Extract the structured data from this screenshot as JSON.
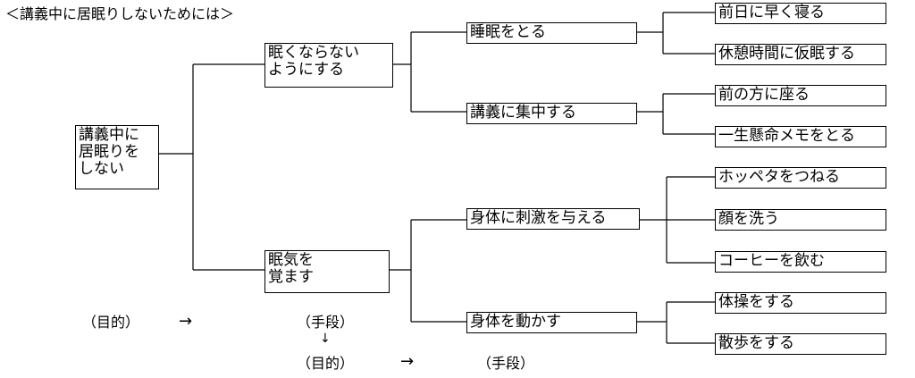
{
  "title": "＜講義中に居眠りしないためには＞",
  "nodes": {
    "root": [
      "講義中に",
      "居眠りを",
      "しない"
    ],
    "l1_a": [
      "眠くならない",
      "ようにする"
    ],
    "l1_b": [
      "眠気を",
      "覚ます"
    ],
    "l2_a": "睡眠をとる",
    "l2_b": "講義に集中する",
    "l2_c": "身体に刺激を与える",
    "l2_d": "身体を動かす",
    "l3_a": "前日に早く寝る",
    "l3_b": "休憩時間に仮眠する",
    "l3_c": "前の方に座る",
    "l3_d": "一生懸命メモをとる",
    "l3_e": "ホッペタをつねる",
    "l3_f": "顔を洗う",
    "l3_g": "コーヒーを飲む",
    "l3_h": "体操をする",
    "l3_i": "散歩をする"
  },
  "legend": {
    "purpose_1": "（目的）",
    "means_1": "（手段）",
    "purpose_2": "（目的）",
    "means_2": "（手段）",
    "arrow_right": "→",
    "arrow_down": "↓"
  }
}
